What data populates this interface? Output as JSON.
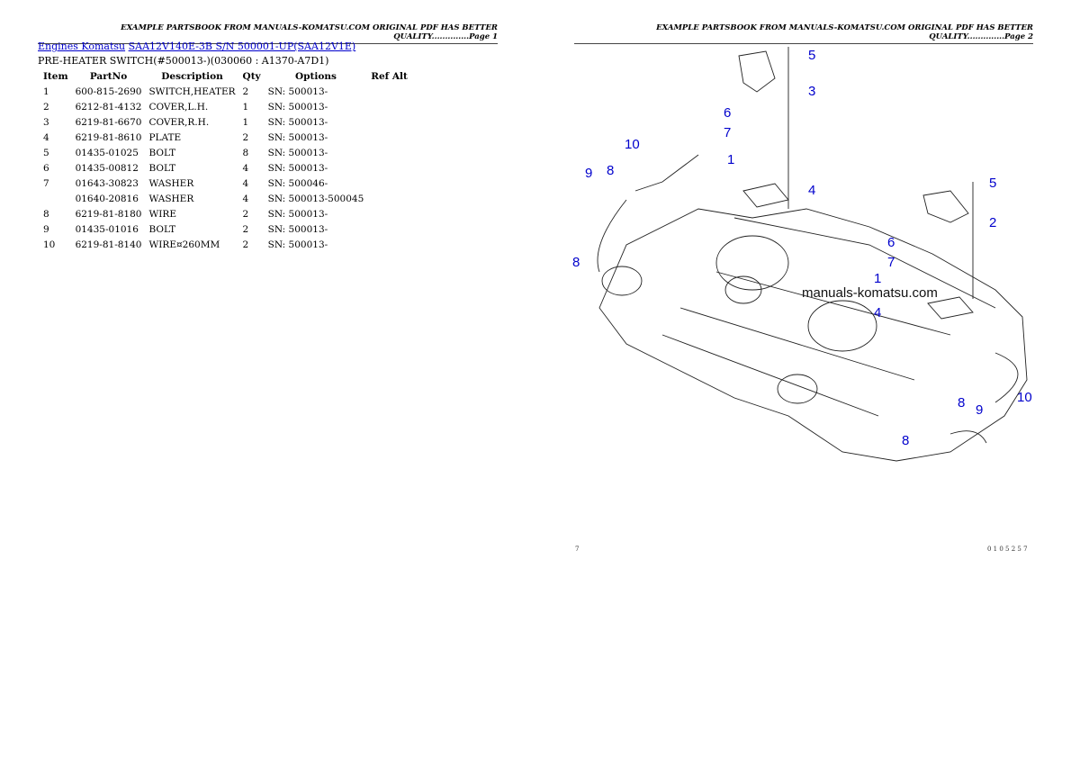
{
  "page1": {
    "header": "EXAMPLE PARTSBOOK FROM MANUALS-KOMATSU.COM ORIGINAL PDF HAS BETTER QUALITY..............Page 1",
    "breadcrumb": [
      "Engines Komatsu",
      "SAA12V140E-3B S/N 500001-UP(SAA12V1E)"
    ],
    "title": "PRE-HEATER SWITCH(#500013-)(030060 : A1370-A7D1)",
    "columns": [
      "Item",
      "PartNo",
      "Description",
      "Qty",
      "Options",
      "Ref Alt"
    ],
    "rows": [
      [
        "1",
        "600-815-2690",
        "SWITCH,HEATER",
        "2",
        "SN: 500013-",
        ""
      ],
      [
        "2",
        "6212-81-4132",
        "COVER,L.H.",
        "1",
        "SN: 500013-",
        ""
      ],
      [
        "3",
        "6219-81-6670",
        "COVER,R.H.",
        "1",
        "SN: 500013-",
        ""
      ],
      [
        "4",
        "6219-81-8610",
        "PLATE",
        "2",
        "SN: 500013-",
        ""
      ],
      [
        "5",
        "01435-01025",
        "BOLT",
        "8",
        "SN: 500013-",
        ""
      ],
      [
        "6",
        "01435-00812",
        "BOLT",
        "4",
        "SN: 500013-",
        ""
      ],
      [
        "7",
        "01643-30823",
        "WASHER",
        "4",
        "SN: 500046-",
        ""
      ],
      [
        "",
        "01640-20816",
        "WASHER",
        "4",
        "SN: 500013-500045",
        ""
      ],
      [
        "8",
        "6219-81-8180",
        "WIRE",
        "2",
        "SN: 500013-",
        ""
      ],
      [
        "9",
        "01435-01016",
        "BOLT",
        "2",
        "SN: 500013-",
        ""
      ],
      [
        "10",
        "6219-81-8140",
        "WIRE¤260MM",
        "2",
        "SN: 500013-",
        ""
      ]
    ]
  },
  "page2": {
    "header": "EXAMPLE PARTSBOOK FROM MANUALS-KOMATSU.COM ORIGINAL PDF HAS BETTER QUALITY..............Page 2",
    "watermark": "manuals-komatsu.com",
    "callout_color": "#0000cc",
    "callouts": [
      "5",
      "3",
      "6",
      "7",
      "1",
      "10",
      "9",
      "8",
      "4",
      "8",
      "5",
      "2",
      "6",
      "7",
      "1",
      "4",
      "10",
      "8",
      "9",
      "8"
    ],
    "footer_left": "7",
    "footer_right": "0 1 0 5 2 5 7"
  }
}
